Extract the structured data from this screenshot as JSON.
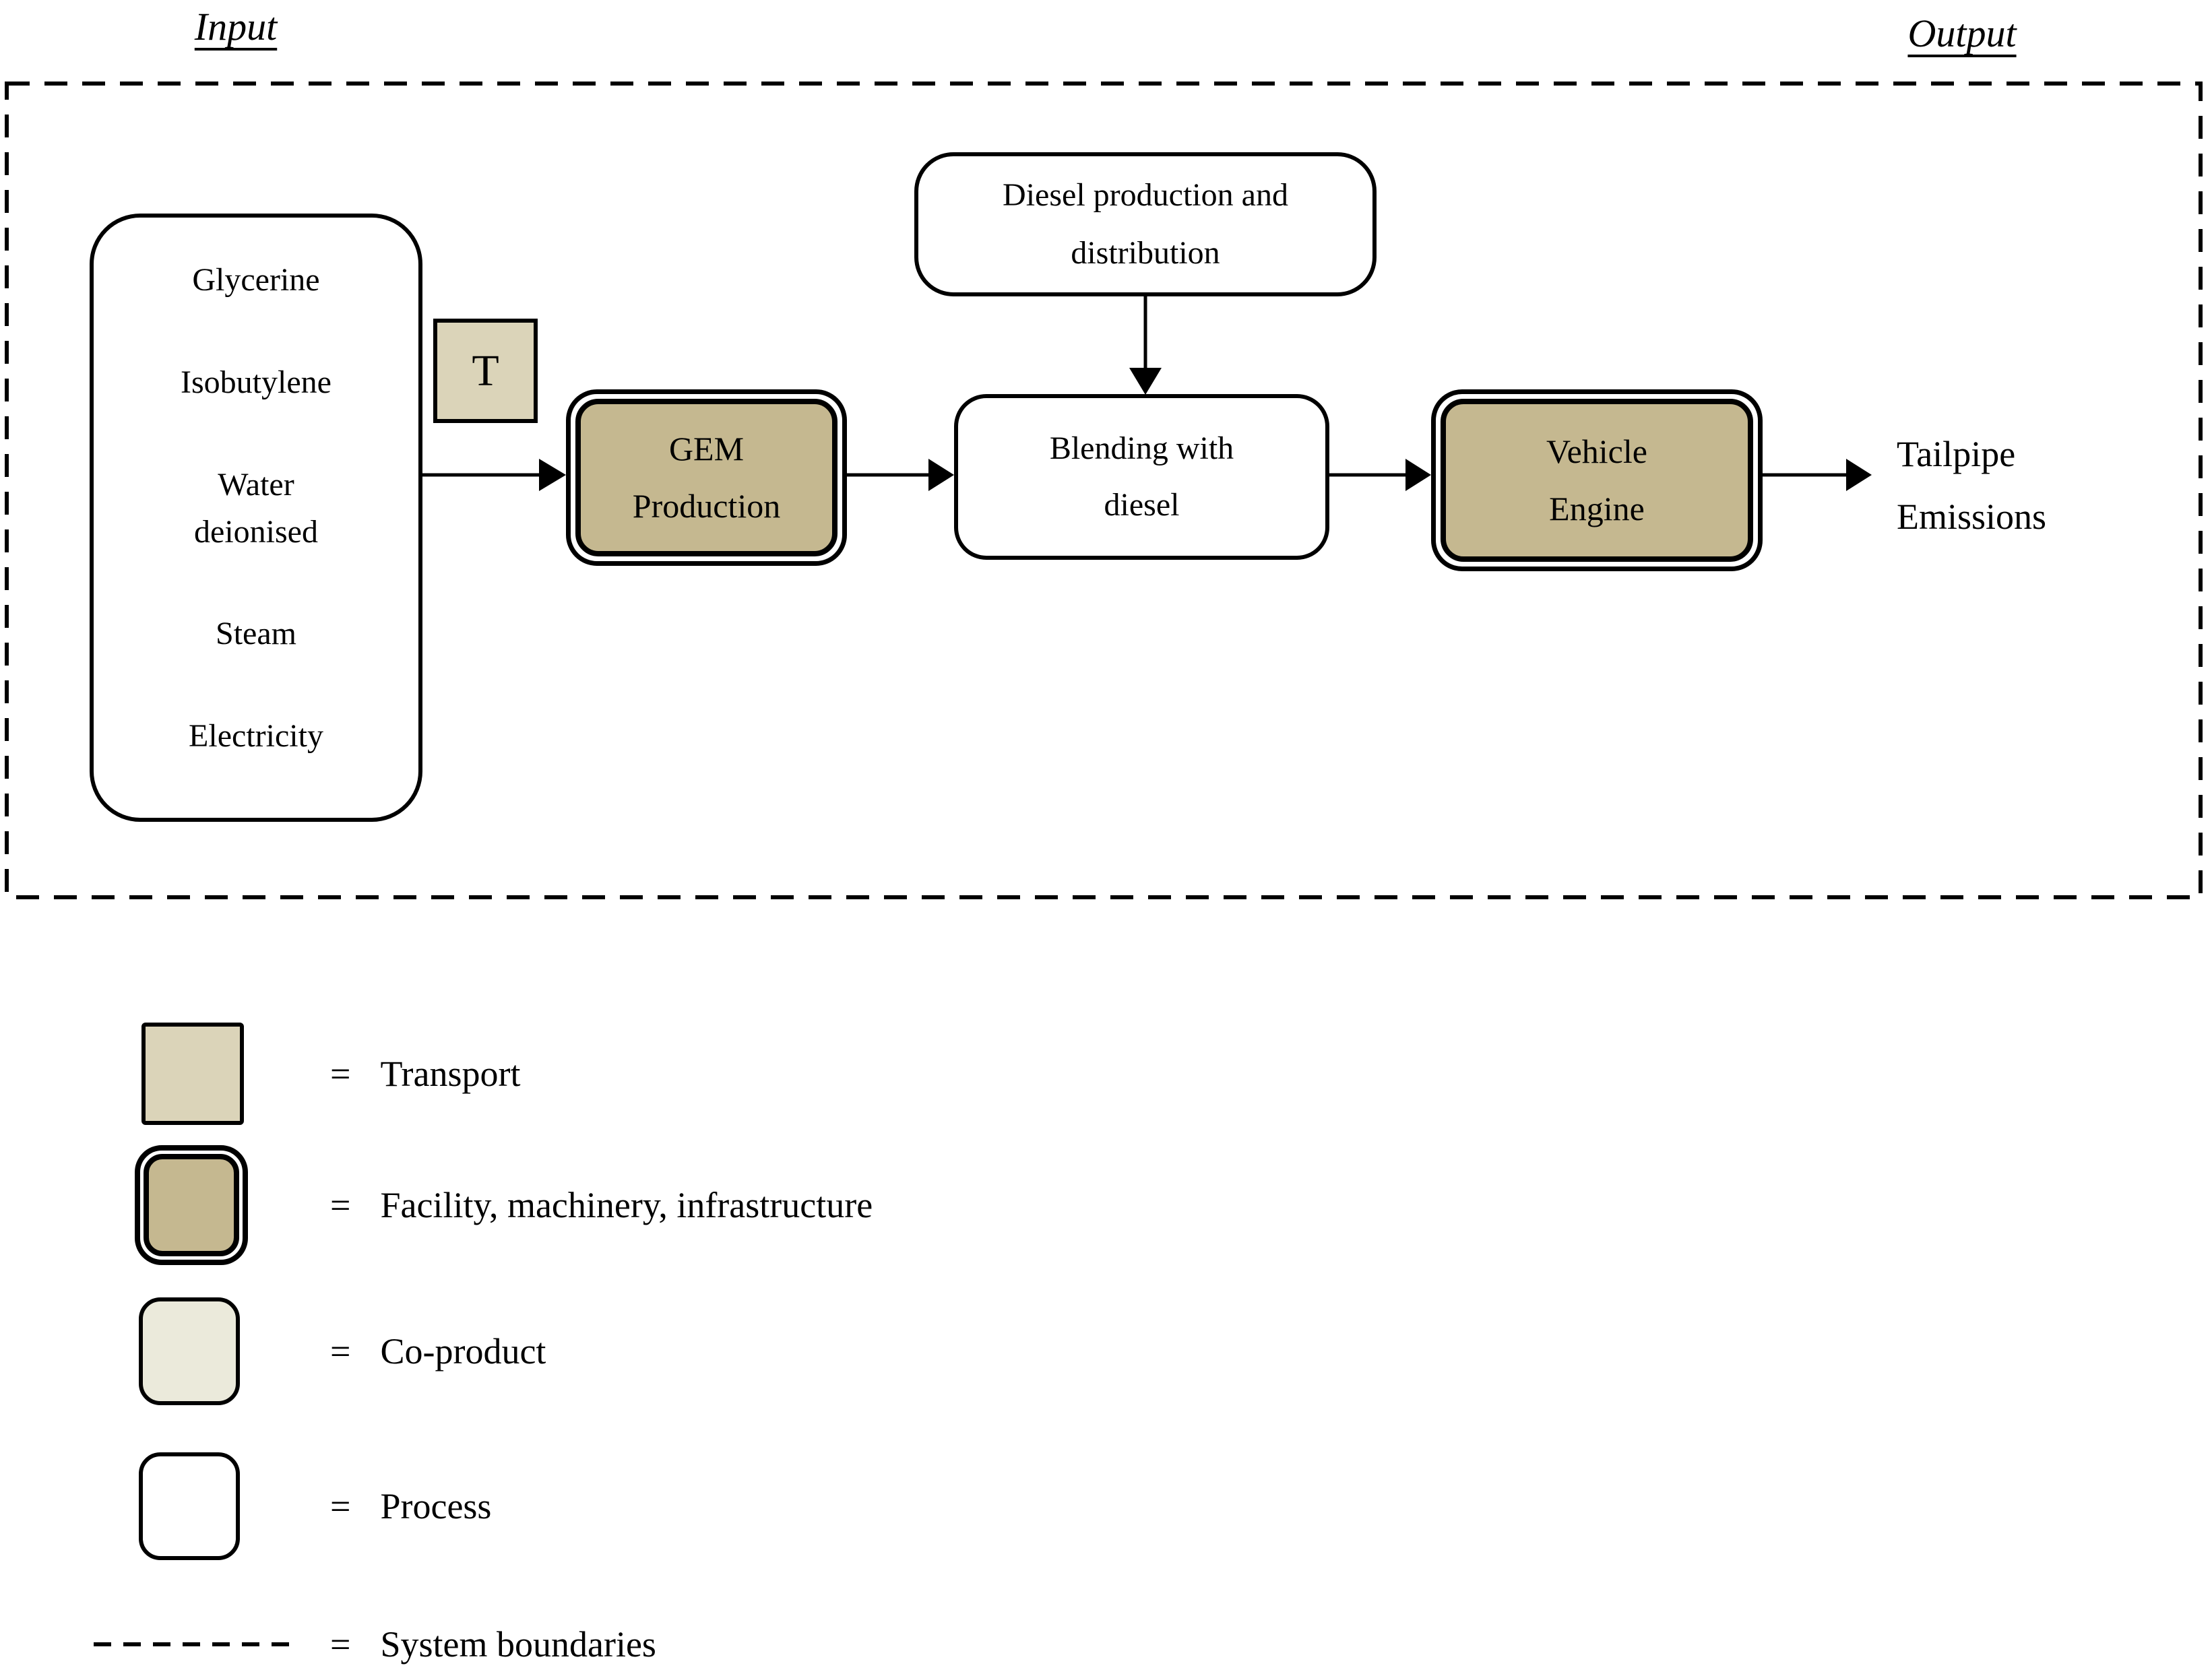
{
  "titles": {
    "input": "Input",
    "output": "Output"
  },
  "flow": {
    "input_items": [
      "Glycerine",
      "Isobutylene",
      "Water\ndeionised",
      "Steam",
      "Electricity"
    ],
    "transport_symbol": "T",
    "gem_production": "GEM\nProduction",
    "diesel_production": "Diesel production and\ndistribution",
    "blending": "Blending with\ndiesel",
    "vehicle_engine": "Vehicle\nEngine",
    "tailpipe": "Tailpipe\nEmissions"
  },
  "legend": {
    "equals_sign": "=",
    "items": [
      {
        "swatch": "transport-swatch",
        "label": "Transport"
      },
      {
        "swatch": "facility-swatch",
        "label": "Facility, machinery, infrastructure"
      },
      {
        "swatch": "coproduct-swatch",
        "label": "Co-product"
      },
      {
        "swatch": "process-swatch",
        "label": "Process"
      },
      {
        "swatch": "system-boundary-dash",
        "label": "System boundaries"
      }
    ]
  },
  "colors": {
    "transport": "#dbd4b9",
    "facility": "#c5b890",
    "coproduct": "#ebeadb",
    "process": "#ffffff",
    "line": "#000000"
  }
}
